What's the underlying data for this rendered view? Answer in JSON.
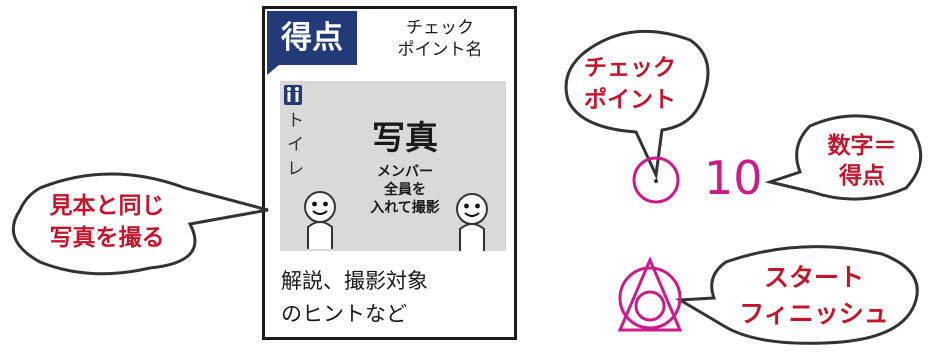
{
  "card": {
    "score_label": "得点",
    "checkpoint_name_line1": "チェック",
    "checkpoint_name_line2": "ポイント名",
    "toilet_label": "トイレ",
    "photo_title": "写真",
    "photo_desc_line1": "メンバー",
    "photo_desc_line2": "全員を",
    "photo_desc_line3": "入れて撮影",
    "hint_line1": "解説、撮影対象",
    "hint_line2": "のヒントなど"
  },
  "callouts": {
    "sample_photo_line1": "見本と同じ",
    "sample_photo_line2": "写真を撮る",
    "checkpoint_line1": "チェック",
    "checkpoint_line2": "ポイント",
    "number_line1": "数字＝",
    "number_line2": "得点",
    "start_line1": "スタート",
    "start_line2": "フィニッシュ"
  },
  "legend": {
    "checkpoint_number": "10"
  },
  "colors": {
    "navy": "#223a78",
    "callout_text": "#c4142e",
    "magenta_mark": "#cc1a8a",
    "photo_bg": "#d9d9d9"
  }
}
